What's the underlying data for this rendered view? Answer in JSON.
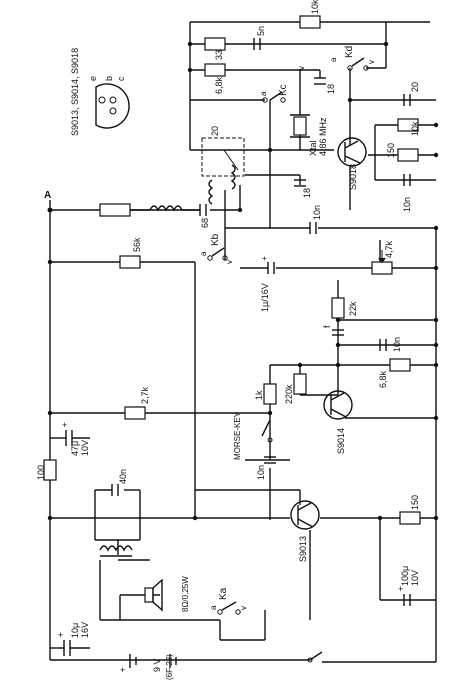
{
  "diagram": {
    "pinout": {
      "part_numbers": "S9013, S9014, S9018",
      "pin_e": "e",
      "pin_b": "b",
      "pin_c": "c"
    },
    "antenna_label": "A",
    "battery": {
      "voltage": "9 V",
      "type": "(6F 22)"
    },
    "morse_key_label": "MORSE-KEY",
    "transistors": {
      "q1": "S9018",
      "q2": "S9014",
      "q3": "S9013"
    },
    "crystal": {
      "label": "Xtal",
      "freq": "4,86 MHz"
    },
    "speaker": "8Ω/0,25W",
    "switches": {
      "ka": "Ka",
      "kb": "Kb",
      "kc": "Kc",
      "kd": "Kd",
      "pos_a": "a",
      "pos_v": "v"
    },
    "components": {
      "r10k_top": "10k",
      "r33": "33",
      "c5n": "5n",
      "r68k_top": "6,8k",
      "c18_top": "18",
      "c20_top": "20",
      "c20_right": "20",
      "r10k_right": "10k",
      "r150_top": "150",
      "c10n_right": "10n",
      "c18_mid": "18",
      "c68": "68",
      "c10n_mid": "10n",
      "r56k": "56k",
      "c1u": "1μ/16V",
      "r47k_pot": "4,7k",
      "r22k": "22k",
      "c10n_stage2": "10n",
      "r68k_stage2": "6,8k",
      "r1k": "1k",
      "r220k": "220k",
      "r27k": "2,7k",
      "c47u": "47μ",
      "c47u_v": "10V",
      "r100": "100",
      "c40n": "40n",
      "c10n_key": "10n",
      "r150_bottom": "150",
      "c100u": "100μ",
      "c100u_v": "10V",
      "c10u": "10μ",
      "c10u_v": "16V",
      "c_unlabeled": "f"
    }
  }
}
